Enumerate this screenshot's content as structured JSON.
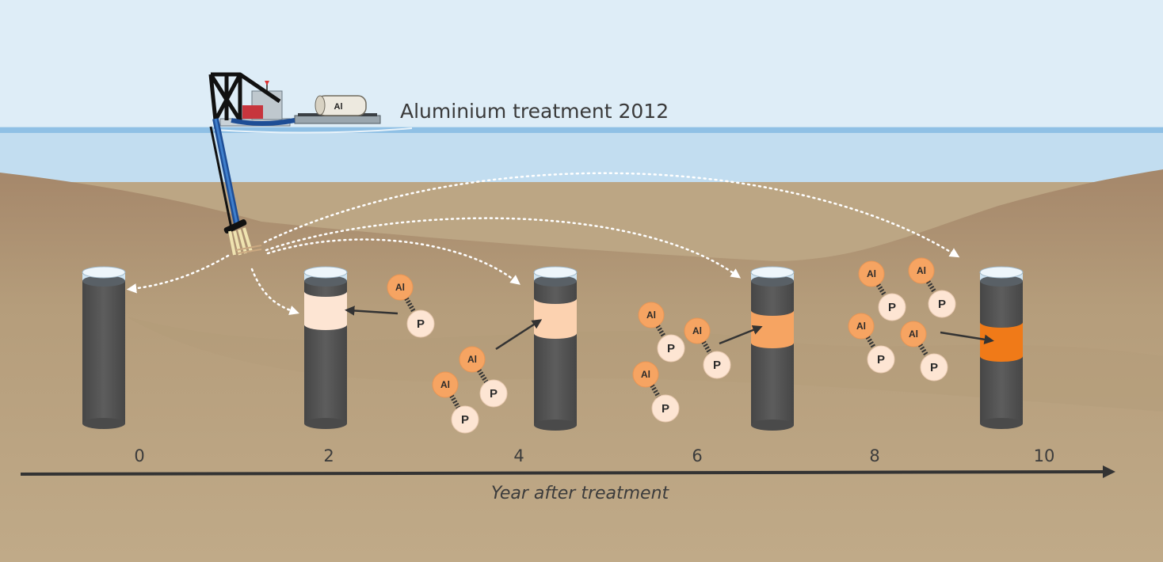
{
  "title": "Aluminium treatment 2012",
  "axis_label": "Year after treatment",
  "tank_label": "Al",
  "pair_labels": {
    "al": "Al",
    "p": "P"
  },
  "years": [
    "0",
    "2",
    "4",
    "6",
    "8",
    "10"
  ],
  "cores": [
    {
      "year": "0",
      "layer_color": null,
      "pairs_count": 0
    },
    {
      "year": "2",
      "layer_color": "#fde5d3",
      "pairs_count": 1
    },
    {
      "year": "4",
      "layer_color": "#fcd2b0",
      "pairs_count": 2
    },
    {
      "year": "6",
      "layer_color": "#f6a462",
      "pairs_count": 3
    },
    {
      "year": "10",
      "layer_color": "#f07a18",
      "pairs_count": 4
    }
  ],
  "colors": {
    "sky": "#deedf7",
    "water": "#c2ddf0",
    "sediment": "#bca684",
    "core": "#555555",
    "al_ball": "#f6a462",
    "p_ball": "#fde5d3",
    "axis": "#333333"
  }
}
